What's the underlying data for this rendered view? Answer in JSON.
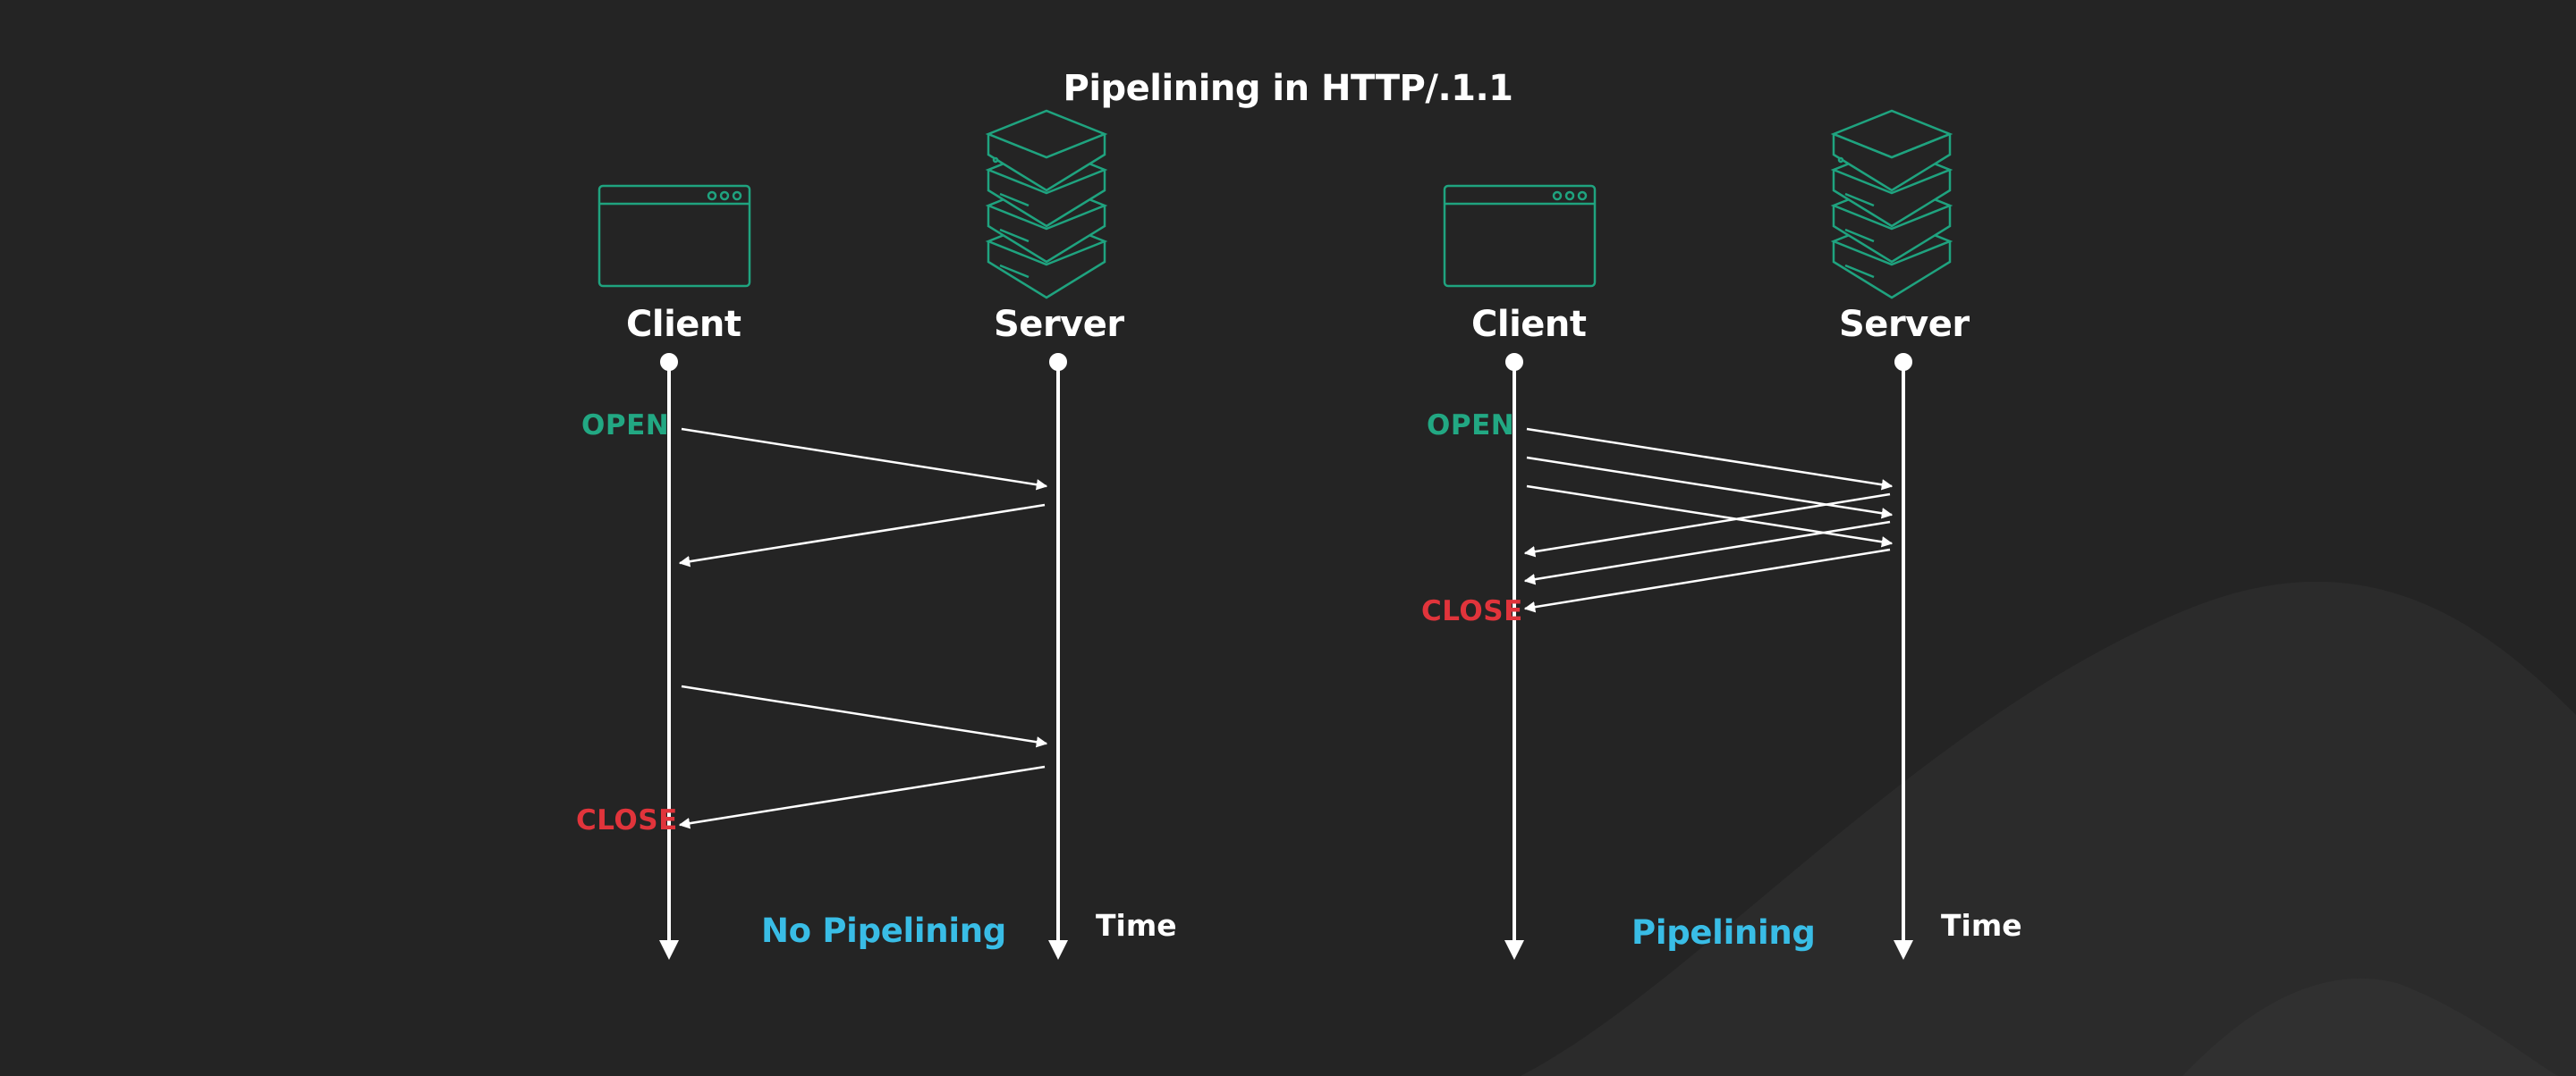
{
  "title": "Pipelining in HTTP/.1.1",
  "colors": {
    "background": "#242424",
    "icon": "#1fa37f",
    "open": "#22a883",
    "close": "#e1343b",
    "caption": "#39bde6",
    "lines": "#ffffff"
  },
  "panels": [
    {
      "client_label": "Client",
      "server_label": "Server",
      "client_icon": "browser-window-icon",
      "server_icon": "server-stack-icon",
      "open_label": "OPEN",
      "close_label": "CLOSE",
      "time_label": "Time",
      "caption": "No Pipelining"
    },
    {
      "client_label": "Client",
      "server_label": "Server",
      "client_icon": "browser-window-icon",
      "server_icon": "server-stack-icon",
      "open_label": "OPEN",
      "close_label": "CLOSE",
      "time_label": "Time",
      "caption": "Pipelining"
    }
  ]
}
